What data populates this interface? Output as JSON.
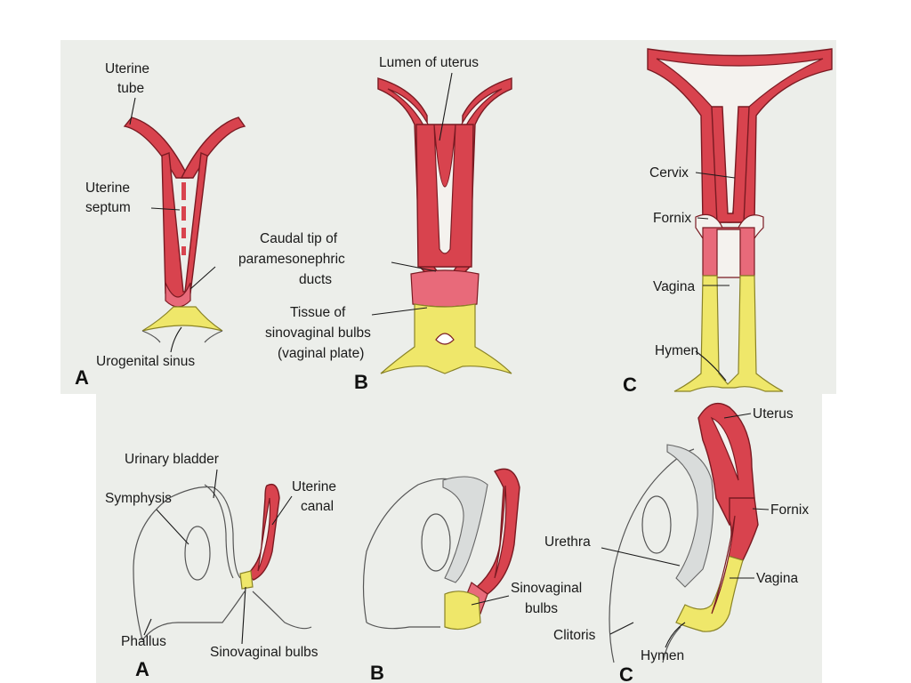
{
  "top": {
    "a": {
      "letter": "A",
      "uterine_tube_1": "Uterine",
      "uterine_tube_2": "tube",
      "uterine_septum_1": "Uterine",
      "uterine_septum_2": "septum",
      "urogenital_sinus": "Urogenital sinus"
    },
    "b": {
      "letter": "B",
      "lumen_of_uterus": "Lumen of uterus",
      "caudal_tip_1": "Caudal tip of",
      "caudal_tip_2": "paramesonephric",
      "caudal_tip_3": "ducts",
      "tissue_1": "Tissue of",
      "tissue_2": "sinovaginal bulbs",
      "tissue_3": "(vaginal plate)"
    },
    "c": {
      "letter": "C",
      "cervix": "Cervix",
      "fornix": "Fornix",
      "vagina": "Vagina",
      "hymen": "Hymen"
    }
  },
  "bottom": {
    "a": {
      "letter": "A",
      "urinary_bladder": "Urinary bladder",
      "symphysis": "Symphysis",
      "uterine_canal_1": "Uterine",
      "uterine_canal_2": "canal",
      "phallus": "Phallus",
      "sinovaginal_bulbs": "Sinovaginal bulbs"
    },
    "b": {
      "letter": "B",
      "sinovaginal_1": "Sinovaginal",
      "sinovaginal_2": "bulbs"
    },
    "c": {
      "letter": "C",
      "uterus": "Uterus",
      "fornix": "Fornix",
      "urethra": "Urethra",
      "vagina": "Vagina",
      "clitoris": "Clitoris",
      "hymen": "Hymen"
    }
  },
  "colors": {
    "muscle_wall": "#d8434e",
    "sinovaginal_tissue": "#efe76a",
    "background": "#eceeea"
  }
}
